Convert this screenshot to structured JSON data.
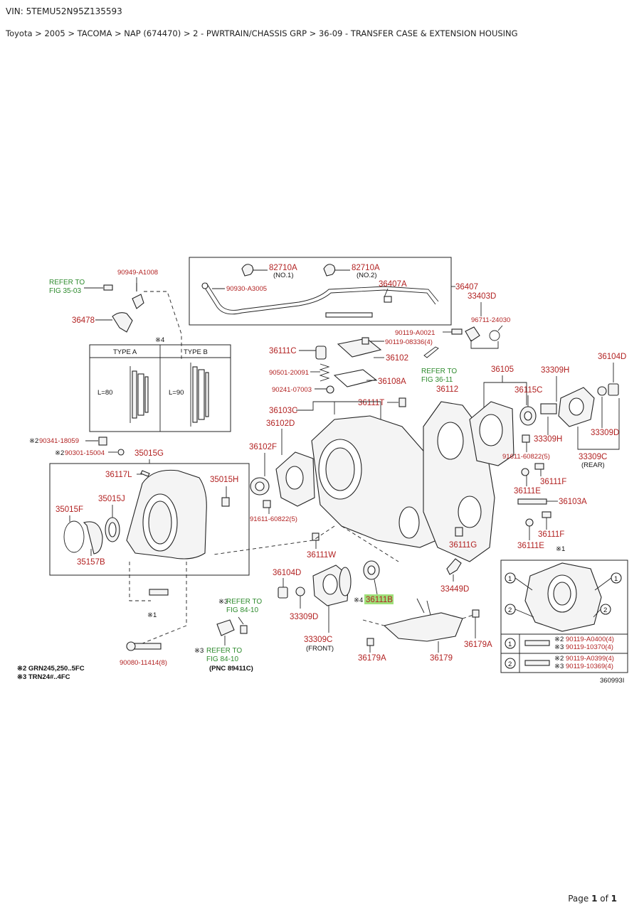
{
  "header": {
    "vin": "VIN: 5TEMU52N95Z135593",
    "breadcrumb": "Toyota > 2005 > TACOMA > NAP (674470) > 2 - PWRTRAIN/CHASSIS GRP > 36-09 - TRANSFER CASE & EXTENSION HOUSING"
  },
  "diagram": {
    "labels": {
      "p90949_A1008": "90949-A1008",
      "p82710A_1": "82710A",
      "no1": "(NO.1)",
      "p82710A_2": "82710A",
      "no2": "(NO.2)",
      "p90930_A3005": "90930-A3005",
      "p36407A": "36407A",
      "p36407": "36407",
      "p36478": "36478",
      "p33403D": "33403D",
      "p96711_24030": "96711-24030",
      "p90119_A0021": "90119-A0021",
      "p90119_08336": "90119-08336(4)",
      "p36111C": "36111C",
      "p36102": "36102",
      "p90501_20091": "90501-20091",
      "p36108A": "36108A",
      "p90241_07003": "90241-07003",
      "p36111T": "36111T",
      "p36112": "36112",
      "p36103C": "36103C",
      "p36102D": "36102D",
      "p36102F": "36102F",
      "p36105": "36105",
      "p33309H_a": "33309H",
      "p36104D_a": "36104D",
      "p36115C": "36115C",
      "p33309H_b": "33309H",
      "p33309D_a": "33309D",
      "p33309C_a": "33309C",
      "rear": "(REAR)",
      "p91611_60822_a": "91611-60822(5)",
      "p36111F_a": "36111F",
      "p36111E_a": "36111E",
      "p36103A": "36103A",
      "p36111F_b": "36111F",
      "p36111E_b": "36111E",
      "p90341_18059": "90341-18059",
      "p90301_15004": "90301-15004",
      "p35015G": "35015G",
      "p36117L": "36117L",
      "p35015H": "35015H",
      "p35015J": "35015J",
      "p35015F": "35015F",
      "p35157B": "35157B",
      "p91611_60822_b": "91611-60822(5)",
      "p36111W": "36111W",
      "p36111G": "36111G",
      "p36104D_b": "36104D",
      "p36111B": "36111B",
      "p33449D": "33449D",
      "p33309D_b": "33309D",
      "p33309C_b": "33309C",
      "front": "(FRONT)",
      "p36179A_a": "36179A",
      "p36179A_b": "36179A",
      "p36179": "36179",
      "p90080_11414": "90080-11414(8)",
      "pnc": "(PNC 89411C)",
      "p90119_A0400": "90119-A0400(4)",
      "p90119_10370": "90119-10370(4)",
      "p90119_A0399": "90119-A0399(4)",
      "p90119_10369": "90119-10369(4)"
    },
    "refs": {
      "r35_03_a": "REFER TO",
      "r35_03_b": "FIG 35-03",
      "r36_11_a": "REFER TO",
      "r36_11_b": "FIG 36-11",
      "r84_10a_a": "REFER TO",
      "r84_10a_b": "FIG 84-10",
      "r84_10b_a": "REFER TO",
      "r84_10b_b": "FIG 84-10"
    },
    "marks": {
      "m4_top": "※4",
      "type_a": "TYPE A",
      "type_b": "TYPE B",
      "l80": "L=80",
      "l90": "L=90",
      "m2_a": "※2",
      "m2_b": "※2",
      "m1_a": "※1",
      "m1_b": "※1",
      "m3_a": "※3",
      "m3_b": "※3",
      "m4_b": "※4",
      "m2_c": "※2",
      "m3_c": "※3",
      "m2_d": "※2",
      "m3_d": "※3",
      "c1": "1",
      "c2": "2",
      "note2": "※2 GRN245,250..5FC",
      "note3": "※3 TRN24#..4FC",
      "fig_no": "360993I"
    },
    "highlight_color": "#9ee07a",
    "label_color": "#b22222",
    "ref_color": "#2e8b2e"
  },
  "footer": {
    "page_prefix": "Page ",
    "page_current": "1",
    "page_mid": " of ",
    "page_total": "1"
  }
}
